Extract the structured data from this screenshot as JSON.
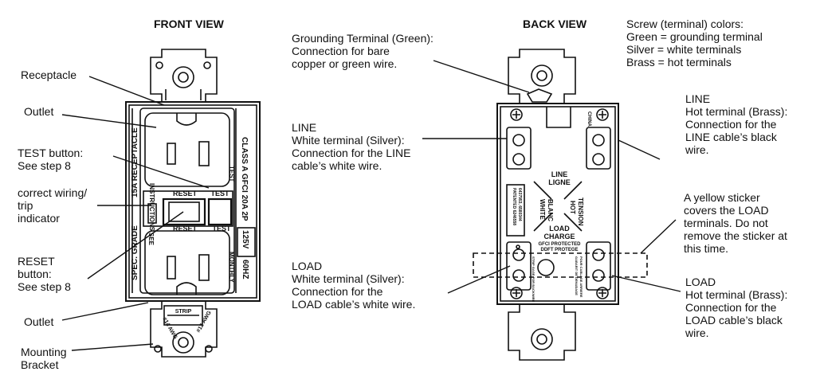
{
  "front_view": {
    "title": "FRONT VIEW",
    "labels": {
      "receptacle": "Receptacle",
      "outlet_top": "Outlet",
      "test_button": [
        "TEST button:",
        "See step 8"
      ],
      "indicator": [
        "correct wiring/",
        "trip",
        "indicator"
      ],
      "reset_button": [
        "RESET",
        "button:",
        "See step 8"
      ],
      "outlet_bottom": "Outlet",
      "mounting_bracket": [
        "Mounting",
        "Bracket"
      ]
    },
    "device_text": {
      "receptacle_rating": "15A RECEPTACLE",
      "instructions": "INSTRUCTIONS",
      "spec_grade": "SPEC. GRADE",
      "see": "SEE",
      "class": "CLASS A GFCI 20A 2P",
      "rating_box": "125V",
      "freq": "60HZ",
      "monthly": "MONTHLY",
      "test_small": "TEST",
      "test_button": "TEST",
      "reset_button": "RESET",
      "reset_big": "RESET",
      "test_big": "TEST",
      "strip": "STRIP",
      "awg_left": "#14 AWG",
      "awg_right": "#12 AWG"
    }
  },
  "back_view": {
    "title": "BACK VIEW",
    "labels": {
      "grounding": [
        "Grounding Terminal (Green):",
        "Connection for bare",
        "copper or green wire."
      ],
      "line_white": [
        "LINE",
        "White terminal (Silver):",
        "Connection for the LINE",
        "cable’s white wire."
      ],
      "load_white": [
        "LOAD",
        "White terminal (Silver):",
        "Connection for the",
        "LOAD cable’s white wire."
      ],
      "screw_colors": [
        "Screw (terminal) colors:",
        "Green = grounding terminal",
        "Silver  = white terminals",
        "Brass   = hot terminals"
      ],
      "line_hot": [
        "LINE",
        "Hot terminal (Brass):",
        "Connection for the",
        "LINE cable’s black",
        "wire."
      ],
      "yellow_sticker": [
        "A yellow sticker",
        "covers the LOAD",
        "terminals.  Do not",
        "remove the sticker at",
        "this time."
      ],
      "load_hot": [
        "LOAD",
        "Hot terminal (Brass):",
        "Connection for the",
        "LOAD cable’s black",
        "wire."
      ]
    },
    "device_text": {
      "line": "LINE",
      "ligne": "LIGNE",
      "white": "WHITE",
      "blanc": "BLANC",
      "hot": "HOT",
      "tension": "TENSION",
      "load": "LOAD",
      "charge": "CHARGE",
      "gfci_protected": "GFCI PROTECTED",
      "ddft_protege": "DDFT PROTEGE",
      "china": "CHINA",
      "patented": "PATENTED 6246558",
      "patented2": "6437953, 6580344",
      "strip_gage": "STRIP GAGE FOR BACKWIRE",
      "gabarit": "GABARIT DE DENUDAGE",
      "pour": "POUR CABLAGE ARRIERE"
    }
  }
}
